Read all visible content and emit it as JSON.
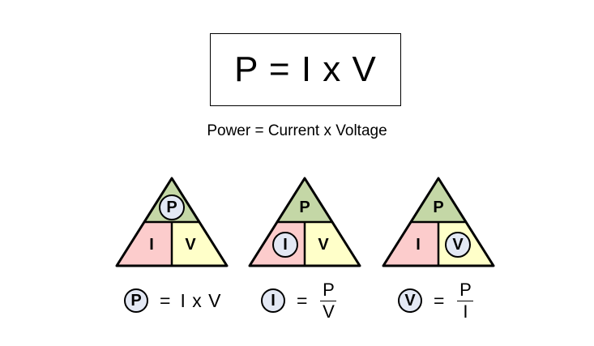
{
  "formula": "P = I x V",
  "subtitle": "Power  = Current x Voltage",
  "colors": {
    "top": "#c4d7a6",
    "left": "#fccccc",
    "right": "#ffffc9",
    "highlight": "#e3e8f4",
    "stroke": "#000000"
  },
  "triangles": [
    {
      "top": "P",
      "left": "I",
      "right": "V",
      "highlighted": "top"
    },
    {
      "top": "P",
      "left": "I",
      "right": "V",
      "highlighted": "left"
    },
    {
      "top": "P",
      "left": "I",
      "right": "V",
      "highlighted": "right"
    }
  ],
  "equations": [
    {
      "subject": "P",
      "equals": "=",
      "rhs": "I x V"
    },
    {
      "subject": "I",
      "equals": "=",
      "numerator": "P",
      "denominator": "V"
    },
    {
      "subject": "V",
      "equals": "=",
      "numerator": "P",
      "denominator": "I"
    }
  ]
}
